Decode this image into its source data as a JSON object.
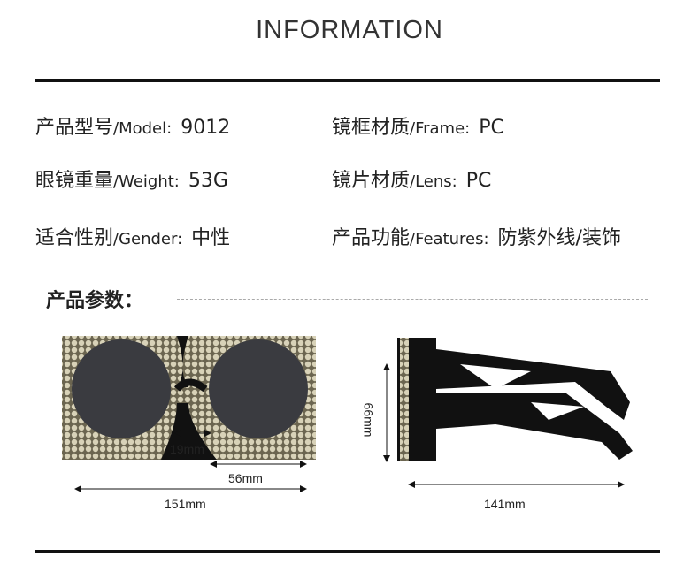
{
  "title": "INFORMATION",
  "specs": [
    {
      "zh": "产品型号",
      "en": "/Model:",
      "value": "9012"
    },
    {
      "zh": "镜框材质",
      "en": "/Frame:",
      "value": "PC"
    },
    {
      "zh": "眼镜重量",
      "en": "/Weight:",
      "value": "53G"
    },
    {
      "zh": "镜片材质",
      "en": "/Lens:",
      "value": "PC"
    },
    {
      "zh": "适合性别",
      "en": "/Gender:",
      "value": "中性"
    },
    {
      "zh": "产品功能",
      "en": "/Features:",
      "value": "防紫外线/装饰"
    }
  ],
  "params_heading": "产品参数：",
  "dimensions": {
    "bridge": "19mm",
    "lens_width": "56mm",
    "total_width": "151mm",
    "temple_length": "141mm",
    "lens_height": "66mm"
  },
  "colors": {
    "frame": "#111111",
    "lens": "#3a3b40",
    "rhinestone": "#c9c2a6"
  }
}
